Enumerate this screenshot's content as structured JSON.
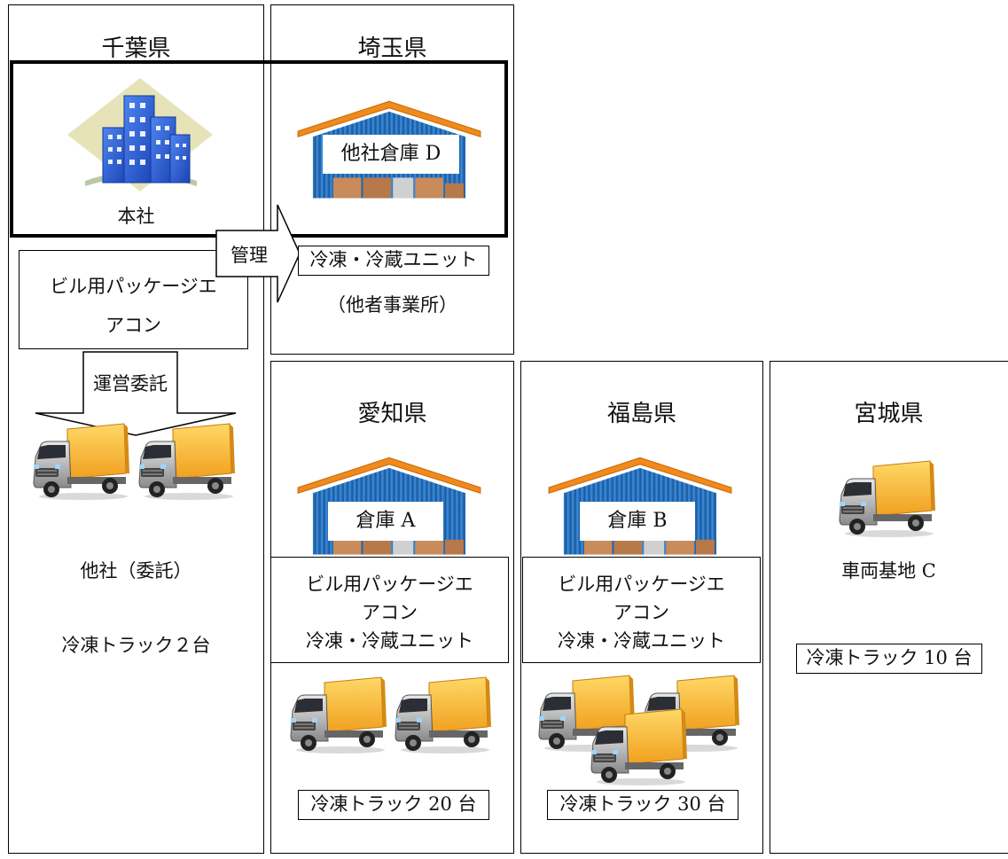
{
  "regions": {
    "chiba": {
      "name": "千葉県",
      "hq_label": "本社",
      "equipment_lines": [
        "ビル用パッケージエ",
        "アコン"
      ],
      "outsourced_label": "他社（委託）",
      "truck_text": "冷凍トラック２台"
    },
    "saitama": {
      "name": "埼玉県",
      "warehouse_label": "他社倉庫 D",
      "unit_text": "冷凍・冷蔵ユニット",
      "site_text": "（他者事業所）"
    },
    "aichi": {
      "name": "愛知県",
      "warehouse_label": "倉庫 A",
      "equipment_lines": [
        "ビル用パッケージエ",
        "アコン",
        "冷凍・冷蔵ユニット"
      ],
      "truck_text": "冷凍トラック 20 台"
    },
    "fukushima": {
      "name": "福島県",
      "warehouse_label": "倉庫 B",
      "equipment_lines": [
        "ビル用パッケージエ",
        "アコン",
        "冷凍・冷蔵ユニット"
      ],
      "truck_text": "冷凍トラック 30 台"
    },
    "miyagi": {
      "name": "宮城県",
      "base_label": "車両基地 C",
      "truck_text": "冷凍トラック 10 台"
    }
  },
  "arrows": {
    "management": "管理",
    "outsourcing": "運営委託"
  },
  "icons": {
    "building": "office-building-icon",
    "warehouse": "warehouse-icon",
    "truck": "refrigerated-truck-icon"
  },
  "colors": {
    "truck_cargo": "#f5a623",
    "warehouse_wall": "#2f78c4",
    "warehouse_roof": "#f08a1c",
    "building": "#2a5fd6",
    "building_bg": "#e7e3b8"
  }
}
